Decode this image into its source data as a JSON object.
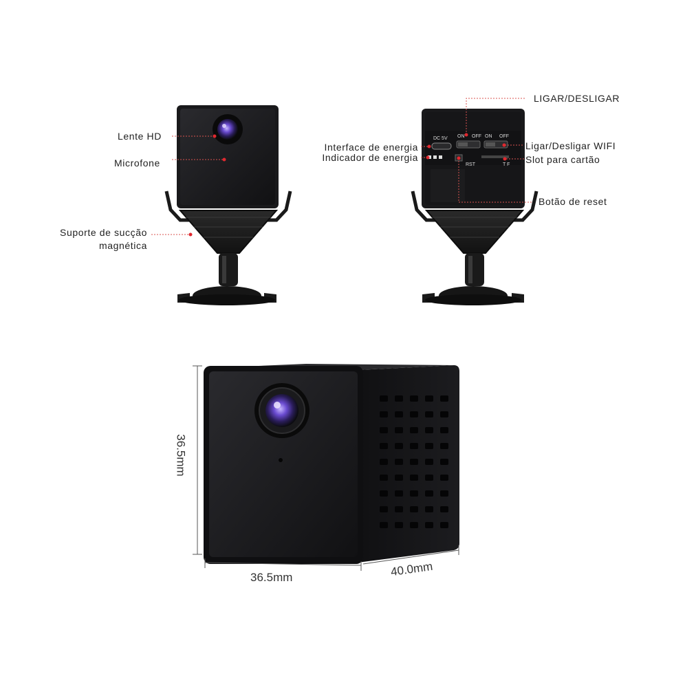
{
  "front_view": {
    "labels": {
      "lens": "Lente HD",
      "microphone": "Microfone",
      "mount_line1": "Suporte de sucção",
      "mount_line2": "magnética"
    }
  },
  "back_view": {
    "labels": {
      "power_switch": "LIGAR/DESLIGAR",
      "power_interface": "Interface de energia",
      "power_indicator": "Indicador de energia",
      "wifi_switch": "Ligar/Desligar WIFI",
      "card_slot": "Slot para cartão",
      "reset_button": "Botão de reset"
    },
    "panel_text": {
      "dc": "DC 5V",
      "on1": "ON",
      "off1": "OFF",
      "on2": "ON",
      "off2": "OFF",
      "rst": "RST",
      "tf": "T F"
    }
  },
  "dimensions": {
    "height": "36.5mm",
    "width": "36.5mm",
    "depth": "40.0mm"
  },
  "colors": {
    "body": "#1b1b1d",
    "accent_dot": "#e0282f",
    "leader_line": "#d9534f",
    "lens": "#5a3fa8"
  }
}
